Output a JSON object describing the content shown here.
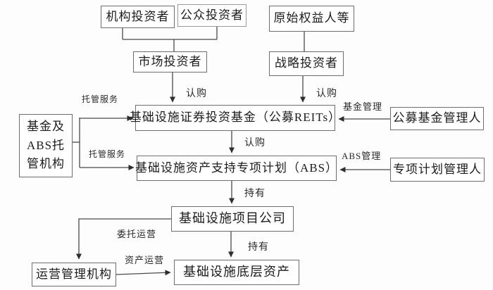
{
  "diagram": {
    "title_hint": "公募REITs交易结构图",
    "nodes": {
      "institutional_investor": "机构投资者",
      "public_investor": "公众投资者",
      "original_equity_holder": "原始权益人等",
      "market_investor": "市场投资者",
      "strategic_investor": "战略投资者",
      "reits_fund": "基础设施证券投资基金（公募REITs）",
      "fund_manager": "公募基金管理人",
      "abs_plan": "基础设施资产支持专项计划（ABS）",
      "plan_manager": "专项计划管理人",
      "custodian": "基金及\nABS托\n管机构",
      "project_company": "基础设施项目公司",
      "operation_manager": "运营管理机构",
      "underlying_asset": "基础设施底层资产"
    },
    "edge_labels": {
      "subscribe_market": "认购",
      "subscribe_strategic": "认购",
      "subscribe_abs": "认购",
      "hold_project": "持有",
      "hold_underlying": "持有",
      "custody_service_upper": "托管服务",
      "custody_service_lower": "托管服务",
      "fund_management": "基金管理",
      "abs_management": "ABS管理",
      "entrusted_operation": "委托运营",
      "asset_operation": "资产运营"
    },
    "colors": {
      "background": "#fdfdfd",
      "box_border": "#6e6e6e",
      "line": "#4a4a4a",
      "text": "#1c1c1c"
    }
  }
}
